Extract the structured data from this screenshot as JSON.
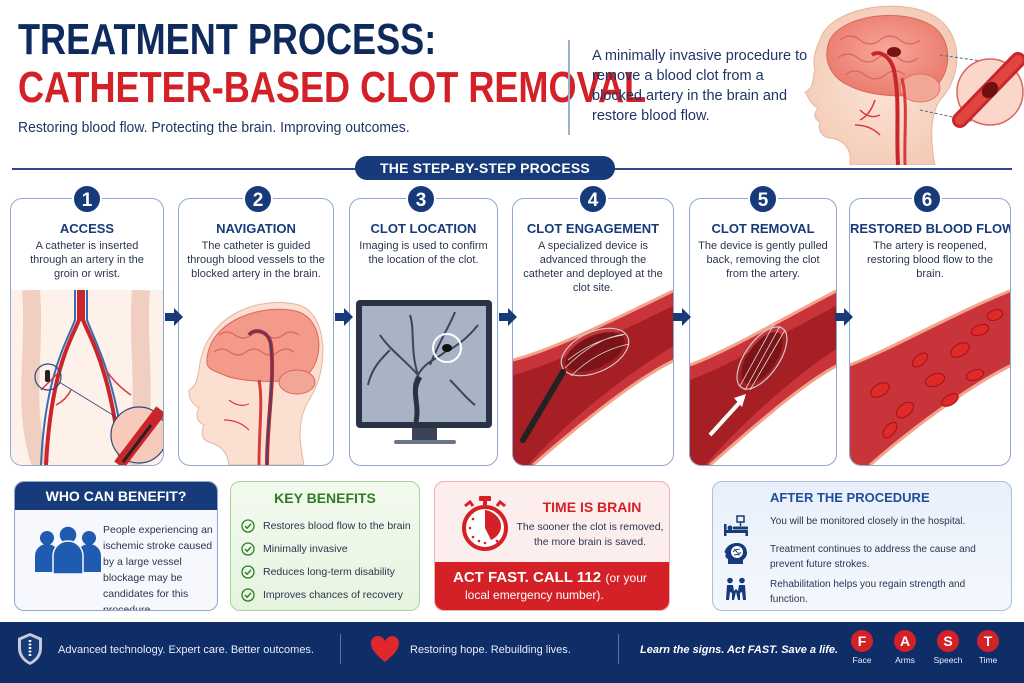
{
  "header": {
    "title_line1": "TREATMENT PROCESS:",
    "title_line2": "CATHETER-BASED CLOT REMOVAL",
    "tagline": "Restoring blood flow. Protecting the brain. Improving outcomes.",
    "description": "A minimally invasive procedure to remove a blood clot from a blocked artery in the brain and restore blood flow."
  },
  "section": {
    "label": "THE STEP-BY-STEP PROCESS"
  },
  "steps": [
    {
      "number": "1",
      "title": "ACCESS",
      "description": "A catheter is inserted through an artery in the groin or wrist.",
      "image": "groin-catheter-illustration"
    },
    {
      "number": "2",
      "title": "NAVIGATION",
      "description": "The catheter is guided through blood vessels to the blocked artery in the brain.",
      "image": "head-vessel-illustration"
    },
    {
      "number": "3",
      "title": "CLOT LOCATION",
      "description": "Imaging is used to confirm the location of the clot.",
      "image": "angiogram-monitor-illustration"
    },
    {
      "number": "4",
      "title": "CLOT ENGAGEMENT",
      "description": "A specialized device is advanced through the catheter and deployed at the clot site.",
      "image": "stent-retriever-deployed-illustration"
    },
    {
      "number": "5",
      "title": "CLOT REMOVAL",
      "description": "The device is gently pulled back, removing the clot from the artery.",
      "image": "stent-retriever-pullback-illustration"
    },
    {
      "number": "6",
      "title": "RESTORED BLOOD FLOW",
      "description": "The artery is reopened, restoring blood flow to the brain.",
      "image": "red-blood-cells-illustration"
    }
  ],
  "who_can_benefit": {
    "title": "WHO CAN BENEFIT?",
    "text": "People experiencing an ischemic stroke caused by a large vessel blockage may be candidates for this procedure.",
    "icon": "group-people-icon"
  },
  "key_benefits": {
    "title": "KEY BENEFITS",
    "items": [
      "Restores blood flow to the brain",
      "Minimally invasive",
      "Reduces long-term disability",
      "Improves chances of recovery"
    ]
  },
  "time_is_brain": {
    "title": "TIME IS BRAIN",
    "text": "The sooner the clot is removed, the more brain is saved.",
    "call_main": "ACT FAST. CALL 112",
    "call_sub": "(or your",
    "call_line2": "local emergency number).",
    "icon": "stopwatch-icon"
  },
  "after_procedure": {
    "title": "AFTER THE PROCEDURE",
    "items": [
      {
        "icon": "hospital-bed-icon",
        "text": "You will be monitored closely in the hospital."
      },
      {
        "icon": "brain-head-icon",
        "text": "Treatment continues to address the cause and prevent future strokes."
      },
      {
        "icon": "rehabilitation-icon",
        "text": "Rehabilitation helps you regain strength and function."
      }
    ]
  },
  "footer": {
    "text1": "Advanced technology. Expert care. Better outcomes.",
    "text2": "Restoring hope. Rebuilding lives.",
    "text3": "Learn the signs. Act FAST. Save a life.",
    "fast": [
      {
        "letter": "F",
        "label": "Face"
      },
      {
        "letter": "A",
        "label": "Arms"
      },
      {
        "letter": "S",
        "label": "Speech"
      },
      {
        "letter": "T",
        "label": "Time"
      }
    ]
  },
  "colors": {
    "navy": "#0f2a5c",
    "red": "#d42027",
    "green": "#2e7d24",
    "blue_accent": "#163a7a"
  }
}
